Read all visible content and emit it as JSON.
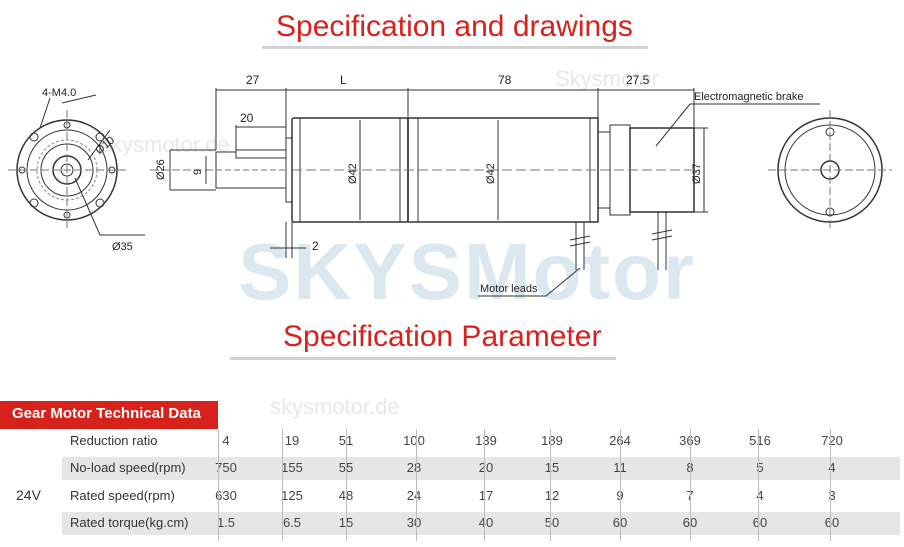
{
  "headings": {
    "drawings": "Specification and drawings",
    "parameters": "Specification Parameter"
  },
  "drawing_labels": {
    "bolt_holes": "4-M4.0",
    "d10": "Ø10",
    "d26": "Ø26",
    "d35": "Ø35",
    "d42_a": "Ø42",
    "d42_b": "Ø42",
    "d37": "Ø37",
    "shaft_len": "27",
    "gear_len": "L",
    "motor_len": "78",
    "brake_len": "27.5",
    "key_len": "20",
    "key_w": "9",
    "step": "2",
    "brake_callout": "Electromagnetic brake",
    "leads_callout": "Motor leads"
  },
  "watermarks": {
    "main": "SKYSMotor",
    "site": "skysmotor.de",
    "sub": "Skysmotor"
  },
  "table": {
    "title": "Gear Motor Technical Data",
    "voltage": "24V",
    "rows": [
      {
        "label": "Reduction ratio",
        "values": [
          "4",
          "19",
          "51",
          "100",
          "139",
          "189",
          "264",
          "369",
          "516",
          "720"
        ]
      },
      {
        "label": "No-load speed(rpm)",
        "values": [
          "750",
          "155",
          "55",
          "28",
          "20",
          "15",
          "11",
          "8",
          "5",
          "4"
        ]
      },
      {
        "label": "Rated speed(rpm)",
        "values": [
          "630",
          "125",
          "48",
          "24",
          "17",
          "12",
          "9",
          "7",
          "4",
          "3"
        ]
      },
      {
        "label": "Rated torque(kg.cm)",
        "values": [
          "1.5",
          "6.5",
          "15",
          "30",
          "40",
          "50",
          "60",
          "60",
          "60",
          "60"
        ]
      }
    ]
  }
}
